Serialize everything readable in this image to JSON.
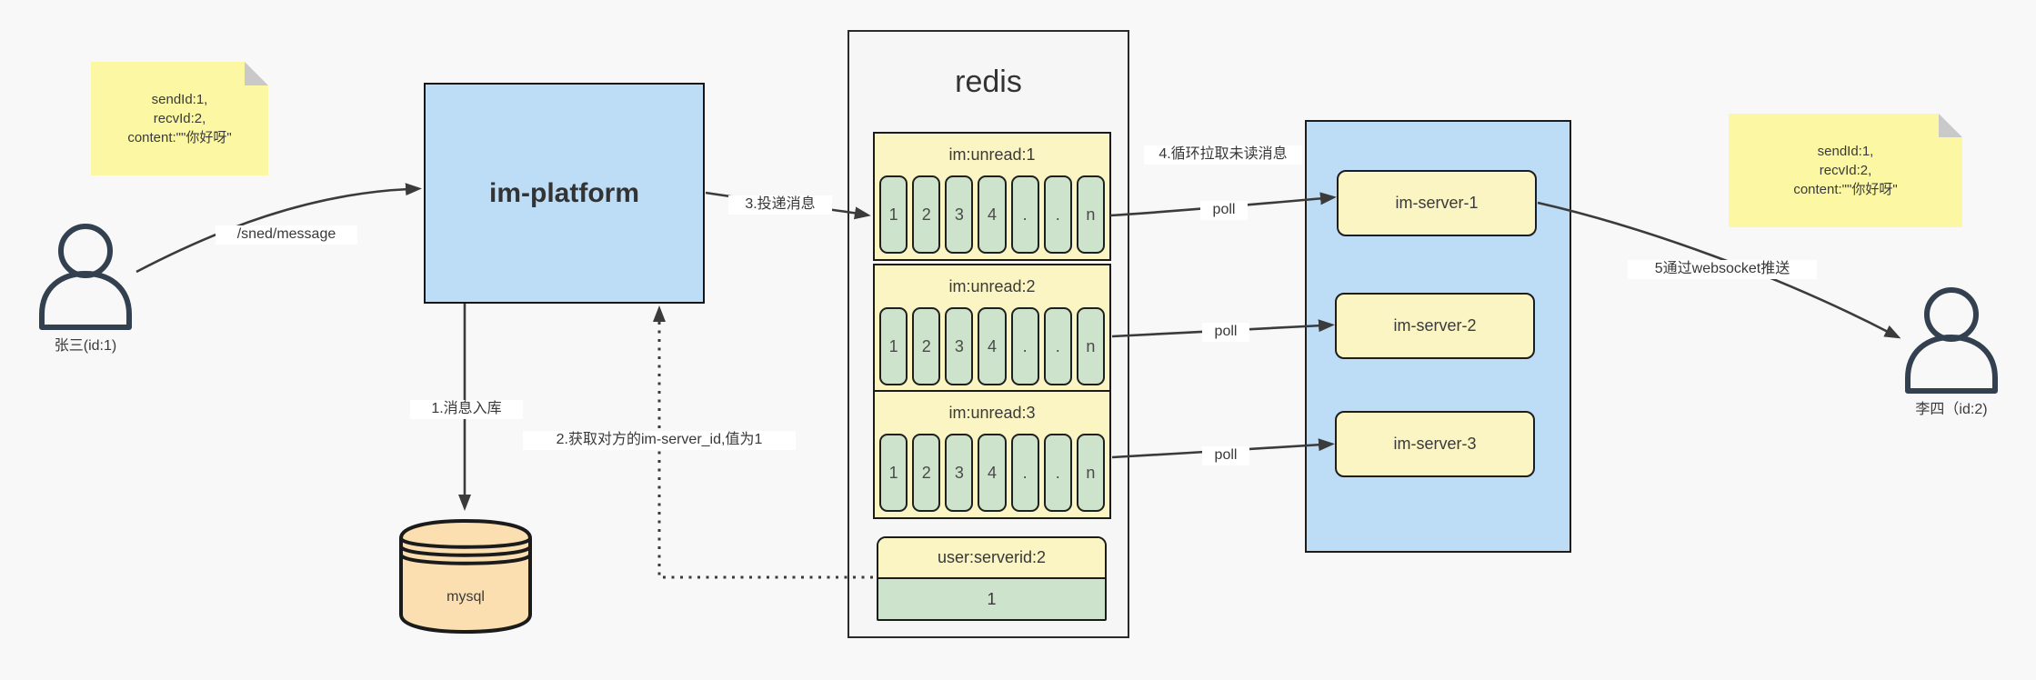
{
  "diagram": {
    "left_note": {
      "lines": [
        "sendId:1,",
        "recvId:2,",
        "content:\"\"你好呀\""
      ]
    },
    "right_note": {
      "lines": [
        "sendId:1,",
        "recvId:2,",
        "content:\"\"你好呀\""
      ]
    },
    "sender": {
      "label": "张三(id:1)"
    },
    "receiver": {
      "label": "李四（id:2)"
    },
    "platform": {
      "label": "im-platform"
    },
    "database": {
      "label": "mysql"
    },
    "redis": {
      "title": "redis",
      "queues": [
        {
          "name": "im:unread:1",
          "cells": [
            "1",
            "2",
            "3",
            "4",
            ".",
            ".",
            "n"
          ]
        },
        {
          "name": "im:unread:2",
          "cells": [
            "1",
            "2",
            "3",
            "4",
            ".",
            ".",
            "n"
          ]
        },
        {
          "name": "im:unread:3",
          "cells": [
            "1",
            "2",
            "3",
            "4",
            ".",
            ".",
            "n"
          ]
        }
      ],
      "kv": {
        "key": "user:serverid:2",
        "value": "1"
      }
    },
    "servers": [
      {
        "label": "im-server-1"
      },
      {
        "label": "im-server-2"
      },
      {
        "label": "im-server-3"
      }
    ],
    "labels": {
      "send": "/sned/message",
      "store": "1.消息入库",
      "lookup": "2.获取对方的im-server_id,值为1",
      "deliver": "3.投递消息",
      "pull": "4.循环拉取未读消息",
      "poll": "poll",
      "push": "5通过websocket推送"
    },
    "colors": {
      "background": "#f8f8f8",
      "note_yellow": "#fbf7a3",
      "note_fold": "#c9c9c9",
      "box_blue": "#bddcf6",
      "header_yellow": "#fbf5c4",
      "cell_green": "#cde3cb",
      "db_tan": "#fbdfb0",
      "line": "#3b3b3b",
      "actor_ink": "#33404f"
    }
  }
}
